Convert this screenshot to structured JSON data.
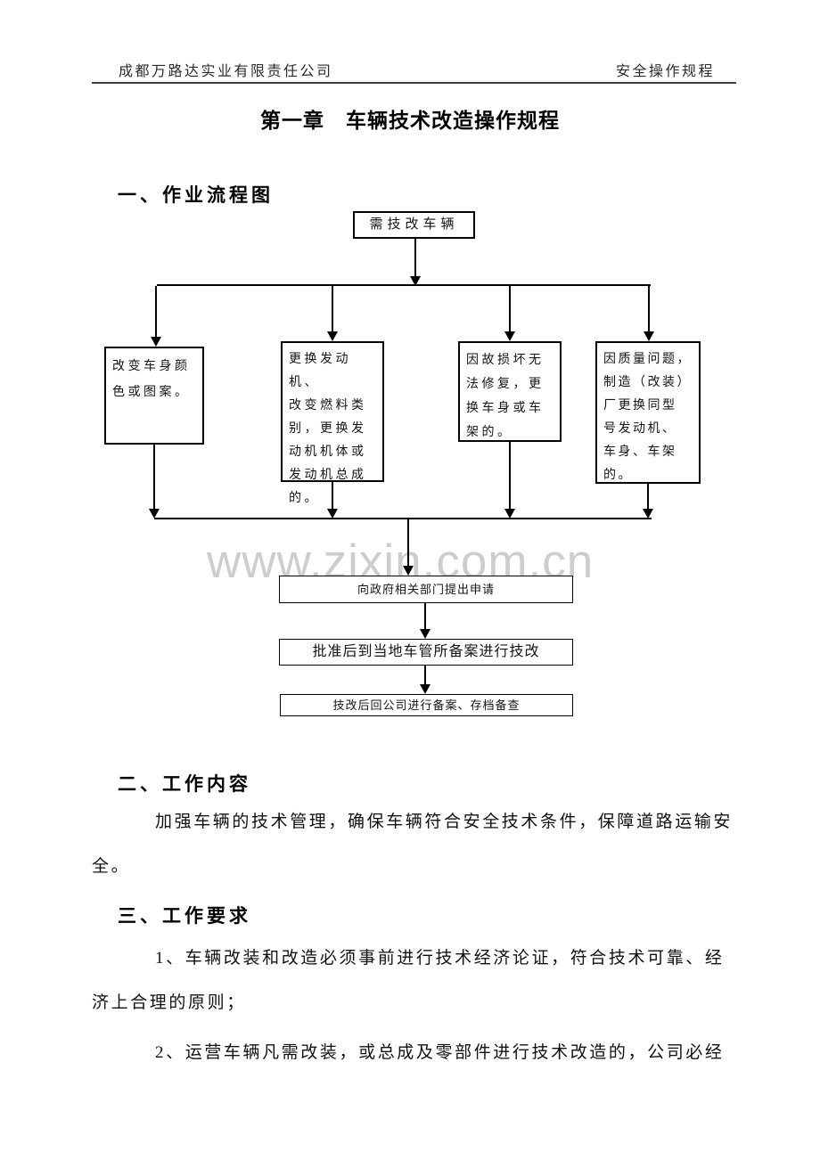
{
  "header": {
    "company": "成都万路达实业有限责任公司",
    "doc_type": "安全操作规程"
  },
  "title": "第一章　车辆技术改造操作规程",
  "watermark": "www.zixin.com.cn",
  "flowchart": {
    "heading": "一、作业流程图",
    "start": "需技改车辆",
    "branches": [
      {
        "text": "改变车身颜\n色或图案。"
      },
      {
        "text": "更换发动机、\n改变燃料类\n别，更换发\n动机机体或\n发动机总成\n的。"
      },
      {
        "text": "因故损坏无\n法修复，更\n换车身或车\n架的。"
      },
      {
        "text": "因质量问题，\n制造（改装）\n厂更换同型\n号发动机、\n车身、车架\n的。"
      }
    ],
    "steps": [
      "向政府相关部门提出申请",
      "批准后到当地车管所备案进行技改",
      "技改后回公司进行备案、存档备查"
    ]
  },
  "work_content": {
    "heading": "二、工作内容",
    "line1": "加强车辆的技术管理，确保车辆符合安全技术条件，保障道路运输安",
    "line2": "全。"
  },
  "work_requirements": {
    "heading": "三、工作要求",
    "item1_line1": "1、车辆改装和改造必须事前进行技术经济论证，符合技术可靠、经",
    "item1_line2": "济上合理的原则；",
    "item2_line1": "2、运营车辆凡需改装，或总成及零部件进行技术改造的，公司必经"
  }
}
